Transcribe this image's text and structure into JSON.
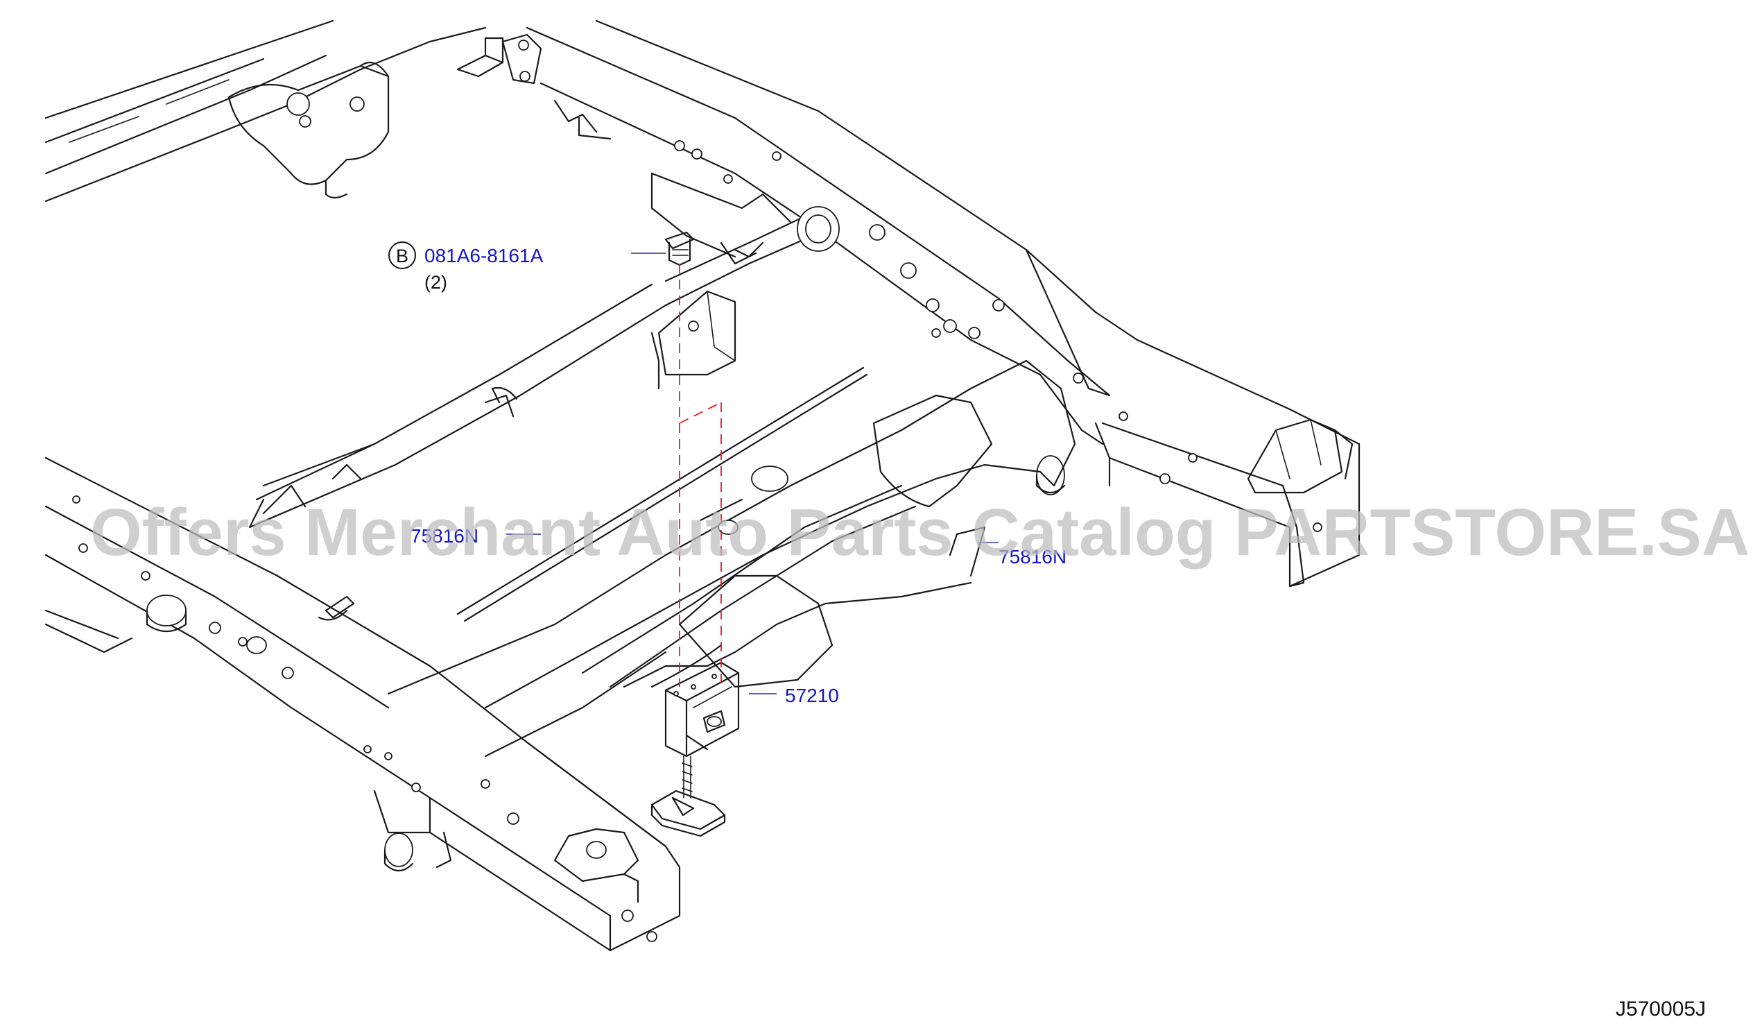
{
  "diagram": {
    "id": "J570005J",
    "watermark": "Offers Merchant Auto Parts Catalog PARTSTORE.SA",
    "colors": {
      "callout_text": "#1414c8",
      "leader_line": "#2a2aa8",
      "guide_dash": "#e02020",
      "outline": "#1a1a1a"
    },
    "callouts": [
      {
        "ref": "B",
        "part": "081A6-8161A",
        "qty": "(2)"
      },
      {
        "part": "75816N"
      },
      {
        "part": "75816N"
      },
      {
        "part": "57210"
      }
    ]
  }
}
